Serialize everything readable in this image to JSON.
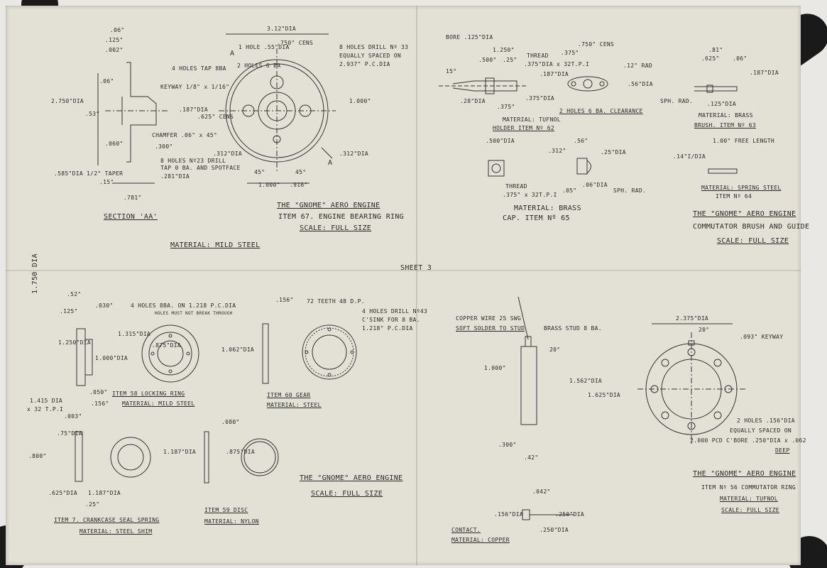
{
  "sheet_label": "SHEET 3",
  "quadrant_top_left": {
    "dims": {
      "d06": ".06\"",
      "d125": ".125\"",
      "d002": ".002\"",
      "d2750": "2.750\"DIA",
      "d06b": ".06\"",
      "d53": ".53\"",
      "d060": ".060\"",
      "taper": ".585\"DIA 1/2\" TAPER",
      "d15": ".15\"",
      "d781": ".781\"",
      "keyway": "KEYWAY 1/8\" x 1/16\"",
      "holes_tap": "4 HOLES TAP 8BA",
      "d187": ".187\"DIA",
      "d625": ".625\" CENS",
      "chamfer": "CHAMFER .06\" x 45°",
      "d300": ".300\"",
      "holes_drill": "8 HOLES Nº23 DRILL",
      "tap_spot": "TAP 0 BA. AND SPOTFACE",
      "d281": ".281\"DIA",
      "d312l": ".312\"DIA",
      "d312r": ".312\"DIA",
      "d3125": "3.12\"DIA",
      "one_hole": "1 HOLE .55\"DIA",
      "d750": ".750\" CENS",
      "two_holes": "2 HOLES 6 BA",
      "eight_holes_1": "8 HOLES DRILL Nº 33",
      "eight_holes_2": "EQUALLY SPACED ON",
      "eight_holes_3": "2.937\" P.C.DIA",
      "d1000": "1.000\"",
      "a45l": "45°",
      "a45r": "45°",
      "d1000b": "1.000\"",
      "d916": ".916\"",
      "markA1": "A",
      "markA2": "A"
    },
    "section_label": "SECTION 'AA'",
    "title_1": "THE \"GNOME\" AERO ENGINE",
    "title_2": "ITEM 67. ENGINE BEARING RING",
    "title_3": "SCALE: FULL SIZE",
    "material": "MATERIAL: MILD STEEL"
  },
  "quadrant_top_right": {
    "dims": {
      "bore": "BORE .125\"DIA",
      "d1250": "1.250\"",
      "d500": ".500\"",
      "d25": ".25\"",
      "thread": "THREAD",
      "thread2": ".375\"DIA x 32T.P.I",
      "d187": ".187\"DIA",
      "a15": "15°",
      "d28": ".28\"DIA",
      "d375a": ".375\"DIA",
      "d375b": ".375\"",
      "d375c": ".375\"",
      "d750": ".750\" CENS",
      "r12": ".12\" RAD",
      "d56": ".56\"DIA",
      "clearance": "2 HOLES 6 BA. CLEARANCE",
      "mat_tufnol": "MATERIAL: TUFNOL",
      "holder": "HOLDER ITEM Nº 62",
      "d500b": ".500\"DIA",
      "d312": ".312\"",
      "d56b": ".56\"",
      "d25b": ".25\"DIA",
      "thread3": "THREAD",
      "thread4": ".375\" x 32T.P.I",
      "d05": ".05\"",
      "d06": ".06\"DIA",
      "sph": "SPH. RAD.",
      "mat_brass": "MATERIAL: BRASS",
      "cap": "CAP. ITEM Nº 65",
      "d81": ".81\"",
      "d625": ".625\"",
      "d06b": ".06\"",
      "d187b": ".187\"DIA",
      "sph2": "SPH. RAD.",
      "d125": ".125\"DIA",
      "mat_brass2": "MATERIAL: BRASS",
      "brush": "BRUSH. ITEM Nº 63",
      "free": "1.00\" FREE LENGTH",
      "d14": ".14\"I/DIA",
      "mat_spring": "MATERIAL: SPRING STEEL",
      "item64": "ITEM Nº 64"
    },
    "title_1": "THE \"GNOME\" AERO ENGINE",
    "title_2": "COMMUTATOR BRUSH AND GUIDE",
    "title_3": "SCALE: FULL SIZE"
  },
  "quadrant_bottom_left": {
    "dims": {
      "d1750": "1.750 DIA",
      "d52": ".52\"",
      "d125": ".125\"",
      "d030": ".030\"",
      "holes": "4 HOLES 8BA. ON 1.218 P.C.DIA",
      "holes2": "HOLES MUST NOT BREAK THROUGH",
      "d156": ".156\"",
      "teeth": "72 TEETH 48 D.P.",
      "drill": "4 HOLES DRILL Nº43",
      "csink": "C'SINK FOR 8 BA.",
      "pcd": "1.218\" P.C.DIA",
      "d1315": "1.315\"DIA",
      "d1250": "1.250\"DIA",
      "d1000": "1.000\"DIA",
      "d875": ".875\"DIA",
      "d1062": "1.062\"DIA",
      "d050": ".050\"",
      "d156b": ".156\"",
      "thread1": "1.415 DIA",
      "thread2": "x 32 T.P.I",
      "d003": ".003\"",
      "d75": ".75\"DIA",
      "d800": ".800\"",
      "d625": ".625\"DIA",
      "d25": ".25\"",
      "d187": "1.187\"DIA",
      "d080": ".080\"",
      "d1187": "1.187\"DIA",
      "d875b": ".875\"DIA"
    },
    "item58": "ITEM 58 LOCKING RING",
    "item58_mat": "MATERIAL: MILD STEEL",
    "item60": "ITEM 60 GEAR",
    "item60_mat": "MATERIAL: STEEL",
    "item7": "ITEM 7. CRANKCASE SEAL SPRING",
    "item7_mat": "MATERIAL: STEEL SHIM",
    "item59": "ITEM 59 DISC",
    "item59_mat": "MATERIAL: NYLON",
    "title_1": "THE \"GNOME\" AERO ENGINE",
    "title_2": "SCALE: FULL SIZE"
  },
  "quadrant_bottom_right": {
    "dims": {
      "wire1": "COPPER WIRE 25 SWG",
      "wire2": "SOFT SOLDER TO STUD",
      "stud": "BRASS STUD 8 BA.",
      "a20": "20°",
      "d1000": "1.000\"",
      "d1562": "1.562\"DIA",
      "d1625": "1.625\"DIA",
      "d300": ".300\"",
      "d42": ".42\"",
      "d2375": "2.375\"DIA",
      "a20b": "20°",
      "keyway": ".093\" KEYWAY",
      "holes1": "2 HOLES .156\"DIA",
      "holes2": "EQUALLY SPACED ON",
      "holes3": "2.000 PCD C'BORE .250\"DIA x .062",
      "deep": "DEEP",
      "d042": ".042\"",
      "d156": ".156\"DIA",
      "d250": ".250\"DIA",
      "d250b": ".250\"DIA"
    },
    "contact": "CONTACT.",
    "contact_mat": "MATERIAL: COPPER",
    "title_1": "THE \"GNOME\" AERO ENGINE",
    "title_2": "ITEM Nº 56 COMMUTATOR RING",
    "title_3": "MATERIAL: TUFNOL",
    "title_4": "SCALE: FULL SIZE"
  }
}
